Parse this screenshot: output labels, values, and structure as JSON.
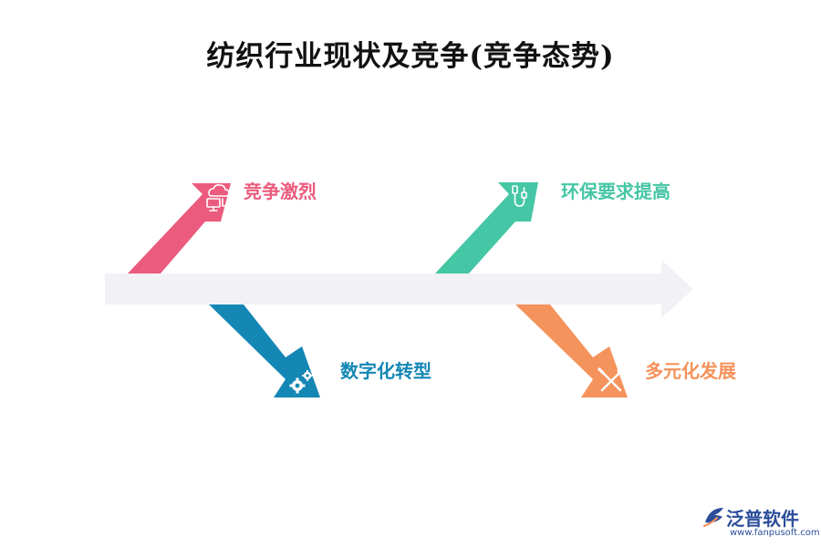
{
  "title": "纺织行业现状及竞争(竞争态势)",
  "colors": {
    "spine": "#f2f1f5",
    "competition": "#eb5b7d",
    "digital": "#1487b5",
    "environment": "#45c6a5",
    "diversify": "#f5935c",
    "logo": "#2b4d9a"
  },
  "branches": [
    {
      "label": "竞争激烈",
      "icon": "cloud-computer-icon",
      "color": "#eb5b7d"
    },
    {
      "label": "数字化转型",
      "icon": "gears-icon",
      "color": "#1487b5"
    },
    {
      "label": "环保要求提高",
      "icon": "connector-cable-icon",
      "color": "#45c6a5"
    },
    {
      "label": "多元化发展",
      "icon": "tools-icon",
      "color": "#f5935c"
    }
  ],
  "logo": {
    "name": "泛普软件",
    "url": "www.fanpusoft.com"
  }
}
